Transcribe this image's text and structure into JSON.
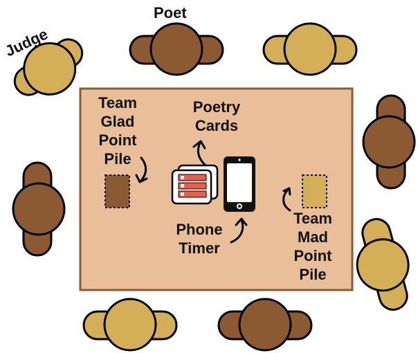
{
  "labels": {
    "judge": "Judge",
    "poet": "Poet",
    "team_glad": [
      "Team",
      "Glad",
      "Point",
      "Pile"
    ],
    "poetry_cards": [
      "Poetry",
      "Cards"
    ],
    "phone_timer": [
      "Phone",
      "Timer"
    ],
    "team_mad": [
      "Team",
      "Mad",
      "Point",
      "Pile"
    ]
  },
  "colors": {
    "table": "#e9bf9a",
    "table_border": "#8b5a33",
    "team_glad": "#8b5a33",
    "team_mad": "#d4af57",
    "card_accent": "#ee5c48",
    "phone": "#111111"
  },
  "players": [
    {
      "role": "judge",
      "team": "mad"
    },
    {
      "role": "poet",
      "team": "glad"
    },
    {
      "role": "player",
      "team": "mad"
    },
    {
      "role": "player",
      "team": "glad"
    },
    {
      "role": "player",
      "team": "glad"
    },
    {
      "role": "player",
      "team": "mad"
    },
    {
      "role": "player",
      "team": "mad"
    },
    {
      "role": "player",
      "team": "glad"
    }
  ]
}
